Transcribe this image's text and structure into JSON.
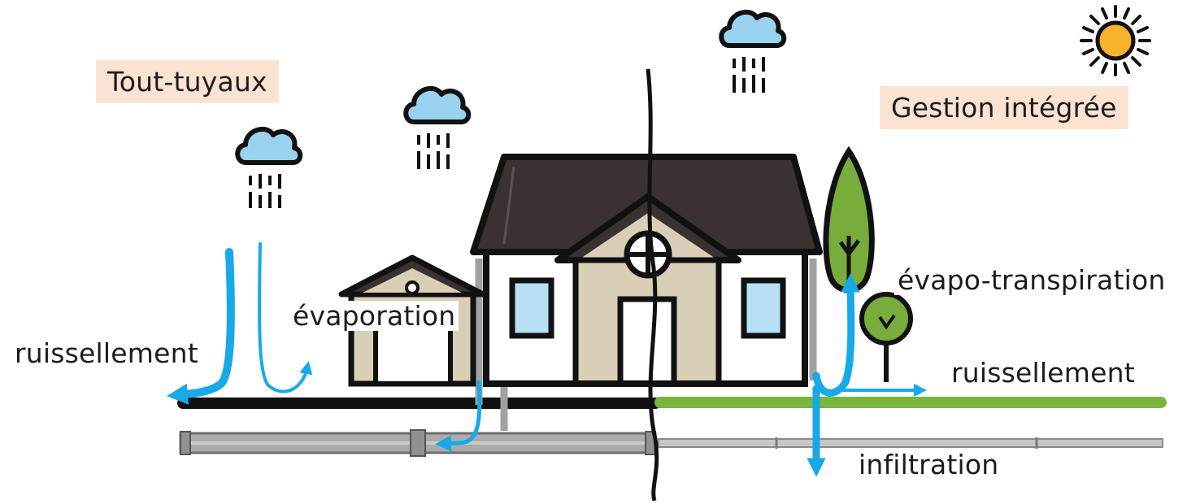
{
  "labels": {
    "left_title": "Tout-tuyaux",
    "right_title": "Gestion intégrée",
    "runoff_left": "ruissellement",
    "evaporation": "évaporation",
    "evapotranspiration": "évapo-transpiration",
    "runoff_right": "ruissellement",
    "infiltration": "infiltration"
  },
  "colors": {
    "water": "#17a9e8",
    "cloud": "#9ad3ef",
    "roof": "#3a3230",
    "wall_beige": "#d8cfb6",
    "window": "#b6e0f4",
    "ground_left": "#111111",
    "ground_right": "#7ab540",
    "tree": "#78ad3c",
    "sun": "#f7b32b",
    "pipe": "#a9acab",
    "badge": "#fbe3d2"
  },
  "icons": [
    "cloud-rain-icon",
    "sun-icon",
    "house-icon",
    "garage-icon",
    "tree-icon",
    "pipe-icon"
  ]
}
